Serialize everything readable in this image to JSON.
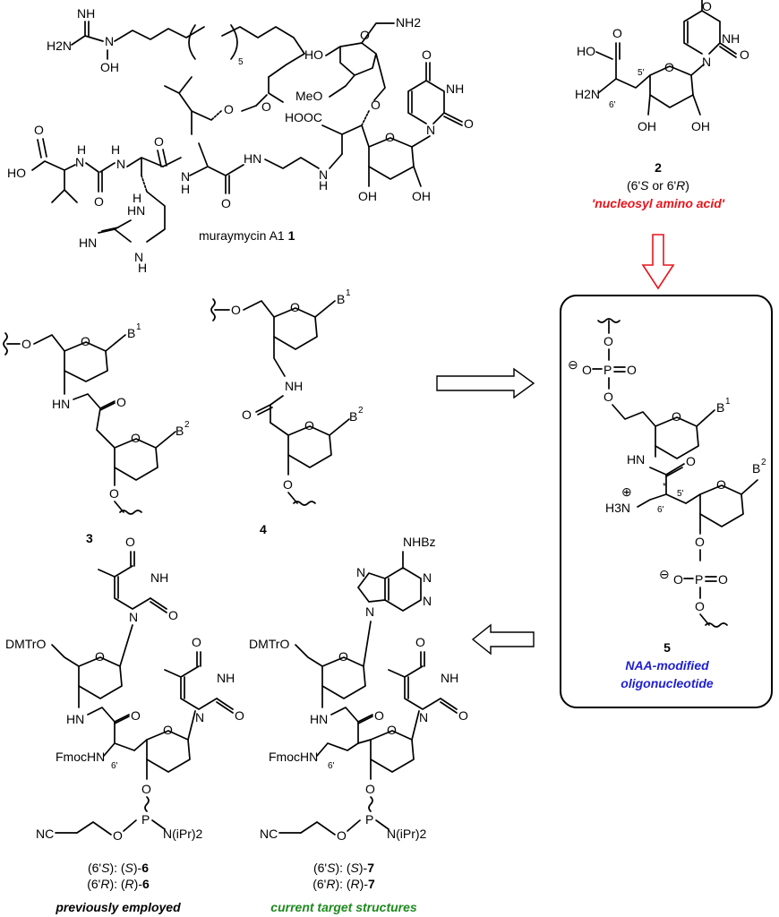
{
  "labels": {
    "muraymycin_name": "muraymycin A1",
    "muraymycin_num": "1",
    "cmpd2_num": "2",
    "cmpd2_config_a": "(6'",
    "cmpd2_config_b": "S",
    "cmpd2_config_c": " or 6'",
    "cmpd2_config_d": "R",
    "cmpd2_config_e": ")",
    "naa_caption": "'nucleosyl amino acid'",
    "cmpd3_num": "3",
    "cmpd4_num": "4",
    "cmpd5_num": "5",
    "cmpd5_caption_1": "NAA-modified",
    "cmpd5_caption_2": "oligonucleotide",
    "cmpd6_line1_a": "(6'",
    "cmpd6_line1_b": "S",
    "cmpd6_line1_c": "): (",
    "cmpd6_line1_d": "S",
    "cmpd6_line1_e": ")-",
    "cmpd6_line1_f": "6",
    "cmpd6_line2_a": "(6'",
    "cmpd6_line2_b": "R",
    "cmpd6_line2_c": "): (",
    "cmpd6_line2_d": "R",
    "cmpd6_line2_e": ")-",
    "cmpd6_line2_f": "6",
    "cmpd7_line1_a": "(6'",
    "cmpd7_line1_b": "S",
    "cmpd7_line1_c": "): (",
    "cmpd7_line1_d": "S",
    "cmpd7_line1_e": ")-",
    "cmpd7_line1_f": "7",
    "cmpd7_line2_a": "(6'",
    "cmpd7_line2_b": "R",
    "cmpd7_line2_c": "): (",
    "cmpd7_line2_d": "R",
    "cmpd7_line2_e": ")-",
    "cmpd7_line2_f": "7",
    "previously_employed": "previously employed",
    "current_targets": "current target structures"
  },
  "atoms": {
    "NH": "NH",
    "H2N": "H2N",
    "N": "N",
    "OH": "OH",
    "O": "O",
    "HO": "HO",
    "MeO": "MeO",
    "NH2": "NH2",
    "HOOC": "HOOC",
    "HN": "HN",
    "H": "H",
    "P": "P",
    "B": "B",
    "sup1": "1",
    "sup2": "2",
    "H3N": "H3N",
    "DMTrO": "DMTrO",
    "FmocHN": "FmocHN",
    "NC": "NC",
    "NiPr2": "N(iPr)2",
    "NHBz": "NHBz",
    "five": "5",
    "six_prime": "6'",
    "five_prime": "5'",
    "star": "*",
    "minus": "⊖",
    "plus": "⊕"
  },
  "colors": {
    "naa_red": "#e8141c",
    "oligo_blue": "#1f1fd0",
    "target_green": "#1e8a1e",
    "arrow_red": "#e8141c"
  }
}
